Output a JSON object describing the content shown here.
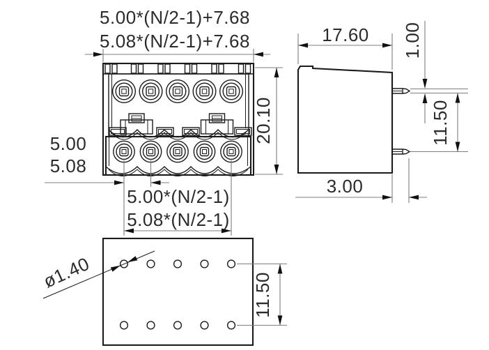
{
  "drawing": {
    "title": "dual-row-pluggable-terminal-block-dimension-drawing",
    "front_view": {
      "dim_top_formula_1": "5.00*(N/2-1)+7.68",
      "dim_top_formula_2": "5.08*(N/2-1)+7.68",
      "dim_height": "20.10",
      "dim_pitch_1": "5.00",
      "dim_pitch_2": "5.08",
      "dim_bottom_formula_1": "5.00*(N/2-1)",
      "dim_bottom_formula_2": "5.08*(N/2-1)"
    },
    "side_view": {
      "dim_depth": "17.60",
      "dim_pin_thickness": "1.00",
      "dim_row_spacing": "11.50",
      "dim_pin_offset": "3.00"
    },
    "bottom_view": {
      "dim_hole_diameter": "ø1.40",
      "dim_row_spacing": "11.50"
    },
    "colors": {
      "object_line": "#1b1b1b",
      "dimension_line": "#7e7e7e",
      "text": "#2b2b2b",
      "background": "#ffffff"
    }
  }
}
